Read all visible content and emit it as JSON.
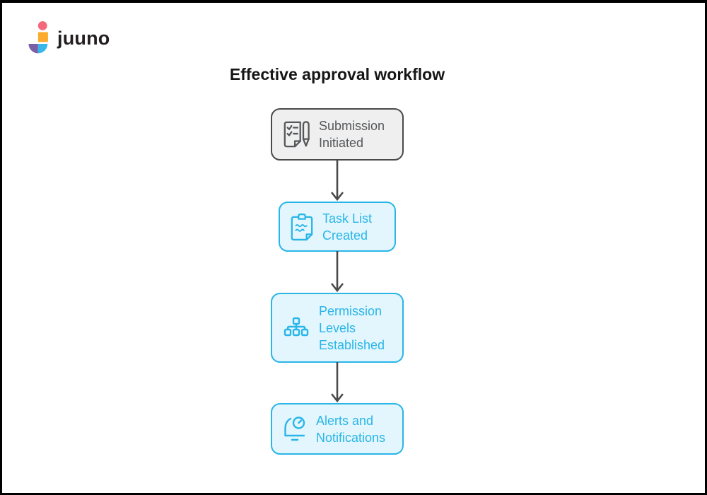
{
  "logo": {
    "text": "juuno",
    "icon": "juuno-logo-icon",
    "colors": {
      "dot": "#f4687c",
      "stem": "#fbab2d",
      "tail_left": "#7a5fa8",
      "tail_right": "#38b6e9"
    }
  },
  "title": "Effective approval workflow",
  "flowchart": {
    "direction": "top-down",
    "nodes": [
      {
        "label": "Submission Initiated",
        "icon": "document-pen-icon",
        "variant": "gray"
      },
      {
        "label": "Task List Created",
        "icon": "clipboard-icon",
        "variant": "cyan"
      },
      {
        "label": "Permission Levels Established",
        "icon": "hierarchy-icon",
        "variant": "cyan"
      },
      {
        "label": "Alerts and Notifications",
        "icon": "alarm-bell-icon",
        "variant": "cyan"
      }
    ],
    "edges": [
      {
        "from": 0,
        "to": 1
      },
      {
        "from": 1,
        "to": 2
      },
      {
        "from": 2,
        "to": 3
      }
    ],
    "colors": {
      "cyan_border": "#29b5e8",
      "cyan_bg": "#e3f6fd",
      "cyan_text": "#29b5e8",
      "gray_border": "#4a4a4a",
      "gray_bg": "#efefef",
      "gray_text": "#55575a",
      "arrow": "#4a4a4a",
      "frame": "#000000",
      "page_bg": "#ffffff"
    }
  }
}
